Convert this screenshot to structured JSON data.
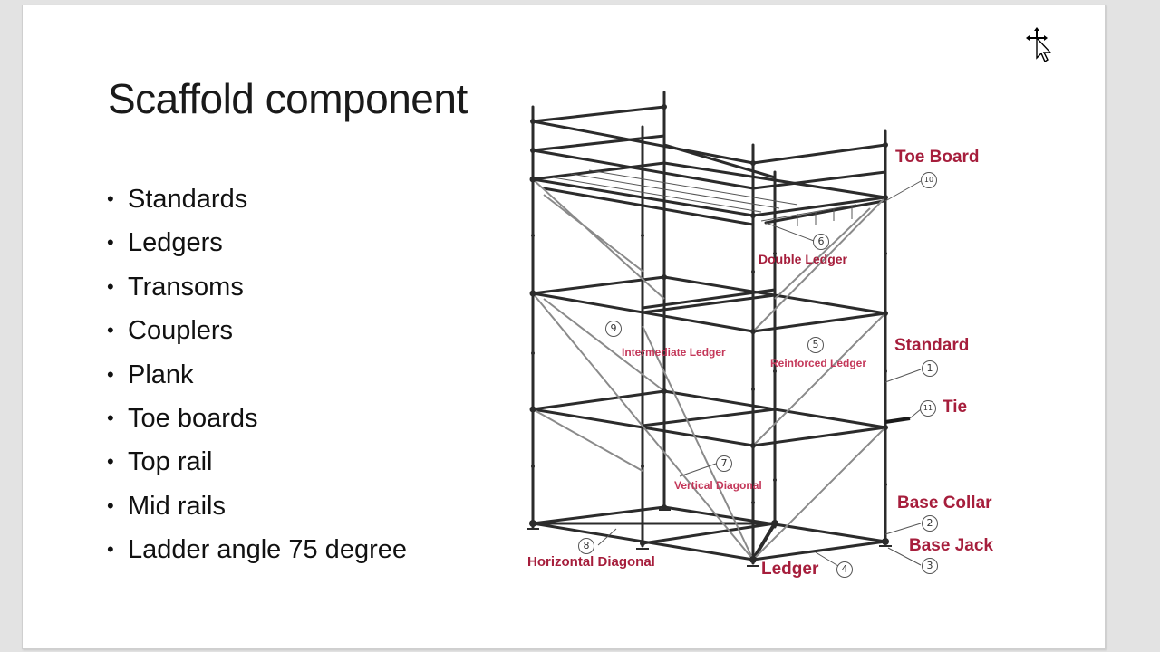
{
  "slide": {
    "title": "Scaffold component",
    "bullets": [
      "Standards",
      "Ledgers",
      "Transoms",
      "Couplers",
      "Plank",
      "Toe boards",
      "Top rail",
      "Mid rails",
      "Ladder angle 75 degree"
    ],
    "bullet_glyph": "•"
  },
  "diagram": {
    "labels": {
      "toe_board": "Toe Board",
      "double_ledger": "Double Ledger",
      "intermediate_ledger": "Intermediate Ledger",
      "reinforced_ledger": "Reinforced Ledger",
      "standard": "Standard",
      "tie": "Tie",
      "vertical_diagonal": "Vertical Diagonal",
      "base_collar": "Base Collar",
      "base_jack": "Base Jack",
      "horizontal_diagonal": "Horizontal Diagonal",
      "ledger": "Ledger"
    },
    "numbers": {
      "standard": "1",
      "base_collar": "2",
      "base_jack": "3",
      "ledger": "4",
      "reinforced_ledger": "5",
      "double_ledger": "6",
      "vertical_diagonal": "7",
      "horizontal_diagonal": "8",
      "intermediate_ledger": "9",
      "toe_board": "10",
      "tie": "11"
    },
    "label_color": "#a61e3c"
  },
  "colors": {
    "background": "#e3e3e3",
    "slide": "#ffffff",
    "text": "#1a1a1a",
    "tube": "#2b2b2b"
  },
  "cursor": "move-cursor"
}
